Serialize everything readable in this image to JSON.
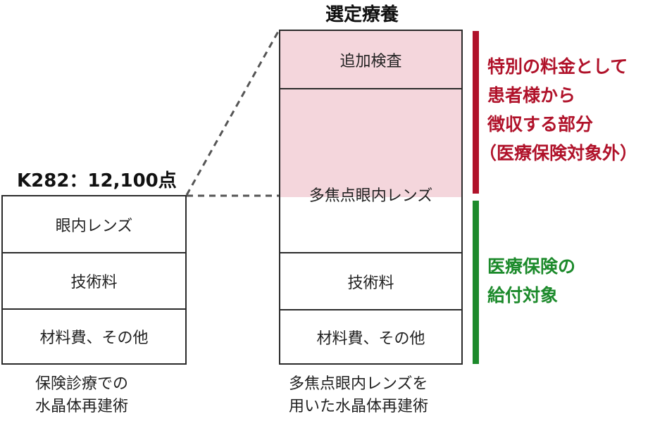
{
  "left": {
    "heading": "K282：12,100点",
    "rows": [
      "眼内レンズ",
      "技術料",
      "材料費、その他"
    ],
    "caption": [
      "保険診療での",
      "水晶体再建術"
    ]
  },
  "right": {
    "heading": "選定療養",
    "rows": [
      "追加検査",
      "多焦点眼内レンズ",
      "技術料",
      "材料費、その他"
    ],
    "caption": [
      "多焦点眼内レンズを",
      "用いた水晶体再建術"
    ]
  },
  "annotations": {
    "red": {
      "color": "#b0122a",
      "lines": [
        "特別の料金として",
        "患者様から",
        "徴収する部分",
        "（医療保険対象外）"
      ]
    },
    "green": {
      "color": "#1c8a2b",
      "lines": [
        "医療保険の",
        "給付対象"
      ]
    }
  },
  "colors": {
    "pink_fill": "#f4d6dc",
    "border": "#2a2a2a"
  }
}
